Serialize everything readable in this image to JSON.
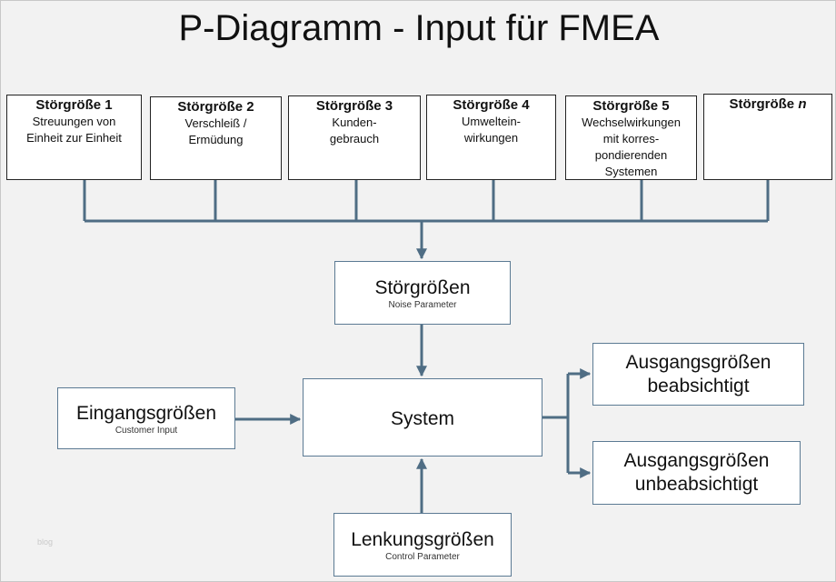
{
  "title": "P-Diagramm - Input für FMEA",
  "noise_factors": [
    {
      "title": "Störgröße 1",
      "desc": "Streuungen von\nEinheit zur Einheit"
    },
    {
      "title": "Störgröße 2",
      "desc": "Verschleiß /\nErmüdung"
    },
    {
      "title": "Störgröße 3",
      "desc": "Kunden-\ngebrauch"
    },
    {
      "title": "Störgröße 4",
      "desc": "Umweltein-\nwirkungen"
    },
    {
      "title": "Störgröße 5",
      "desc": "Wechselwirkungen\nmit korres-\npondierenden\nSystemen"
    },
    {
      "title_prefix": "Störgröße ",
      "title_italic": "n",
      "desc": ""
    }
  ],
  "noise_parameter": {
    "label": "Störgrößen",
    "sublabel": "Noise Parameter"
  },
  "input": {
    "label": "Eingangsgrößen",
    "sublabel": "Customer Input"
  },
  "system": {
    "label": "System"
  },
  "control": {
    "label": "Lenkungsgrößen",
    "sublabel": "Control Parameter"
  },
  "output_intended": {
    "label": "Ausgangsgrößen\nbeabsichtigt"
  },
  "output_unintended": {
    "label": "Ausgangsgrößen\nunbeabsichtigt"
  },
  "watermark": "blog",
  "colors": {
    "connector": "#4f6d84",
    "box_border_main": "#5b7a93",
    "box_border_noise": "#222222",
    "background": "#f2f2f2"
  }
}
